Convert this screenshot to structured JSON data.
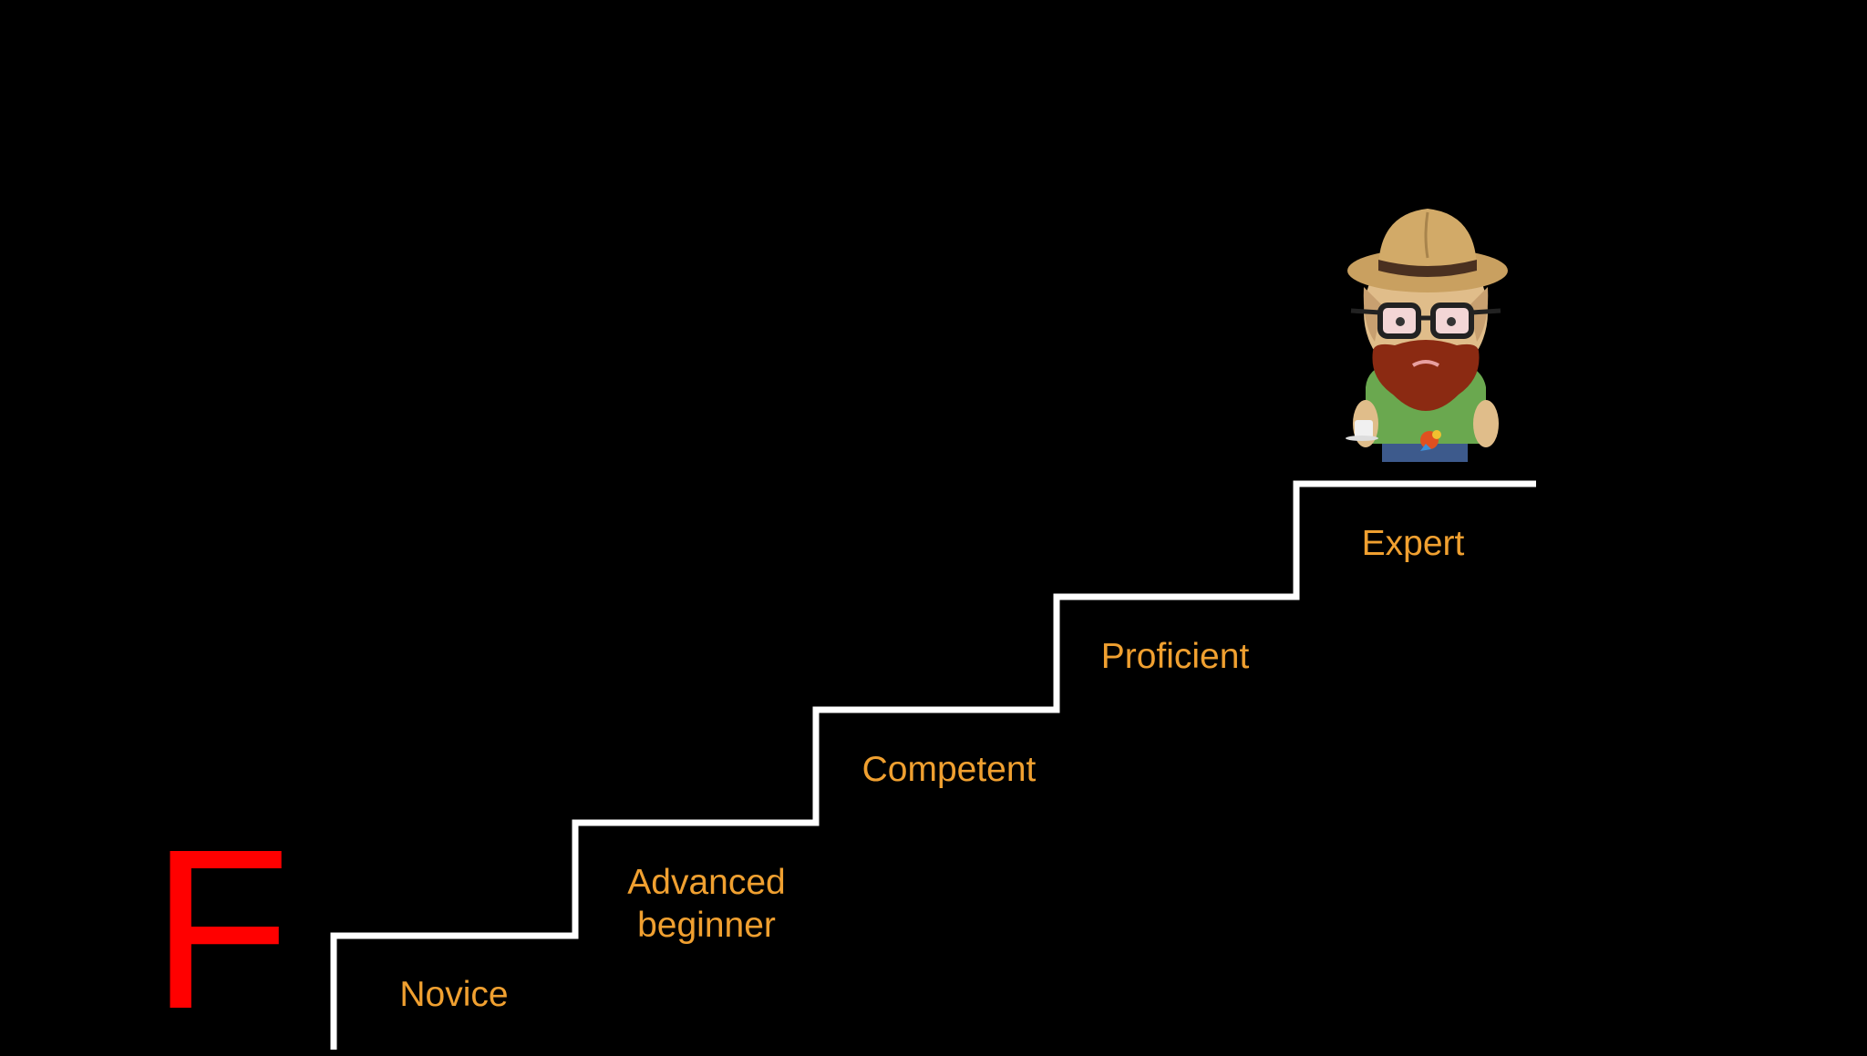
{
  "slide": {
    "background": "#000000",
    "label_color": "#f0a030",
    "stair_color": "#ffffff"
  },
  "grade": {
    "letter": "F",
    "color": "#ff0000"
  },
  "steps": [
    {
      "label": "Novice"
    },
    {
      "label": "Advanced\nbeginner"
    },
    {
      "label": "Competent"
    },
    {
      "label": "Proficient"
    },
    {
      "label": "Expert"
    }
  ],
  "figure": {
    "icon": "bearded-developer-with-hat-icon",
    "hat_color": "#c9a060",
    "beard_color": "#8b2a12",
    "shirt_color": "#6aa84f"
  }
}
